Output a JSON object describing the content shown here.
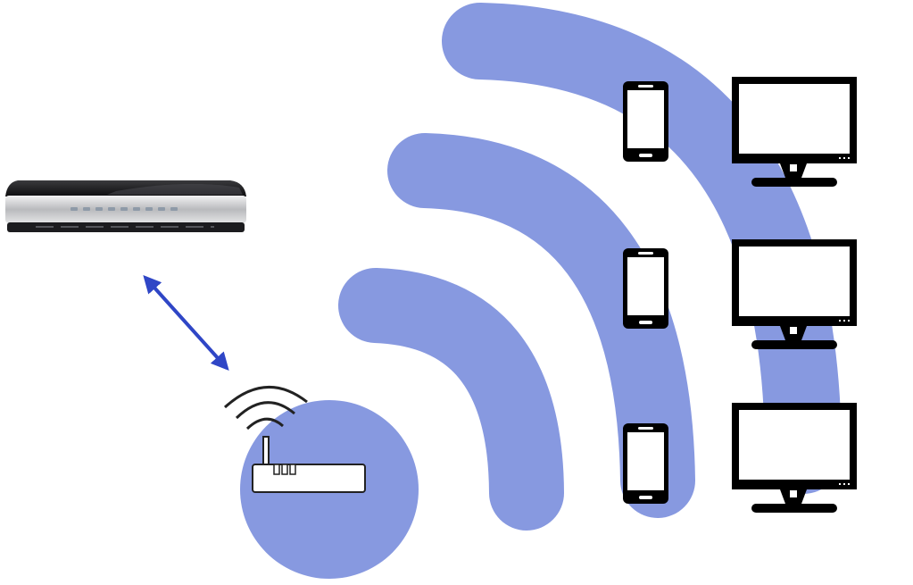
{
  "colors": {
    "background": "#ffffff",
    "wave": "#8799e0",
    "arrow": "#2f46c6",
    "device": "#000000",
    "device_screen": "#ffffff",
    "modem_top": "#161618",
    "modem_body": "#c9cacc",
    "modem_led": "#8e9aa8"
  },
  "diagram": {
    "nodes": [
      {
        "id": "modem",
        "icon": "cable-modem-icon"
      },
      {
        "id": "router",
        "icon": "wifi-router-icon"
      },
      {
        "id": "phone-1",
        "icon": "smartphone-icon"
      },
      {
        "id": "phone-2",
        "icon": "smartphone-icon"
      },
      {
        "id": "phone-3",
        "icon": "smartphone-icon"
      },
      {
        "id": "monitor-1",
        "icon": "monitor-icon"
      },
      {
        "id": "monitor-2",
        "icon": "monitor-icon"
      },
      {
        "id": "monitor-3",
        "icon": "monitor-icon"
      }
    ],
    "edges": [
      {
        "from": "modem",
        "to": "router",
        "type": "bidirectional-arrow"
      }
    ],
    "signal_arcs": 3
  }
}
